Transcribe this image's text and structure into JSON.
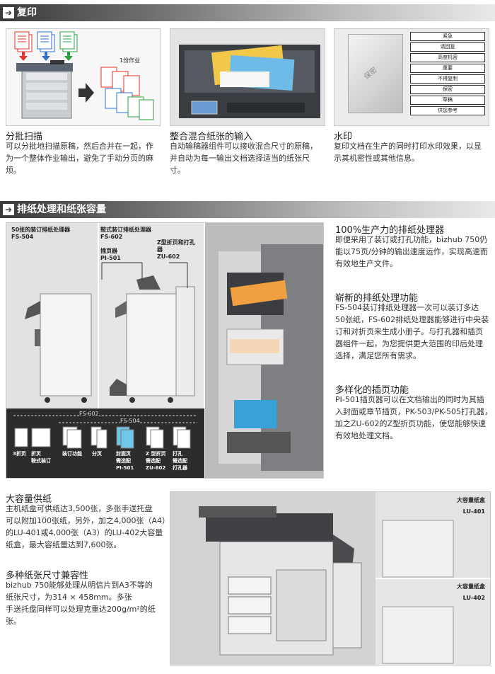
{
  "sections": {
    "copy": {
      "title": "复印"
    },
    "finishing": {
      "title": "排纸处理和纸张容量"
    }
  },
  "features": {
    "batch": {
      "heading": "分批扫描",
      "lines": [
        "可以分批地扫描原稿，然后合并在一起，作",
        "为一个整体作业输出，避免了手动分页的麻",
        "烦。"
      ],
      "illus_label": "1份作业"
    },
    "mixed": {
      "heading": "整合混合纸张的输入",
      "lines": [
        "自动输稿器组件可以接收混合尺寸的原稿，",
        "并自动为每一输出文档选择适当的纸张尺",
        "寸。"
      ]
    },
    "watermark": {
      "heading": "水印",
      "lines": [
        "复印文档在生产的同时打印水印效果，以显",
        "示其机密性或其他信息。"
      ],
      "sample_text": "保密",
      "items": [
        "紧急",
        "请回复",
        "高度机密",
        "重要",
        "不得复制",
        "保密",
        "草稿",
        "供您参考"
      ]
    }
  },
  "finisher": {
    "fs504": {
      "name": "50张的装订排纸处理器",
      "model": "FS-504"
    },
    "fs602": {
      "name": "鞍式装订排纸处理器",
      "model": "FS-602"
    },
    "pi501": {
      "name": "插页器",
      "model": "PI-501"
    },
    "zu602": {
      "name": "Z型折页和打孔器",
      "model": "ZU-602"
    },
    "bracket_fs602": "FS-602",
    "bracket_fs504": "FS-504",
    "functions": [
      "3折页",
      "折页\n鞍式装订",
      "装订功能",
      "分页",
      "封面页\n需选配\nPI-501",
      "Z 型折页\n需选配\nZU-602",
      "打孔\n需选配\n打孔器"
    ]
  },
  "right_text": {
    "productivity": {
      "heading": "100%生产力的排纸处理器",
      "lines": [
        "即便采用了装订或打孔功能，bizhub 750仍",
        "能以75页/分钟的输出速度运作，实现高速而",
        "有效地生产文件。"
      ]
    },
    "new_functions": {
      "heading": "崭新的排纸处理功能",
      "lines": [
        "FS-504装订排纸处理器一次可以装订多达",
        "50张纸，FS-602排纸处理器能够进行中央装",
        "订和对折页来生成小册子。与打孔器和插页",
        "器组件一起，为您提供更大范围的印后处理",
        "选择，满足您所有需求。"
      ]
    },
    "inserter": {
      "heading": "多样化的插页功能",
      "lines": [
        "PI-501插页器可以在文档输出的同时为其插",
        "入封面或章节插页，PK-503/PK-505打孔器，",
        "加之ZU-602的Z型折页功能，使您能够快速",
        "有效地处理文档。"
      ]
    }
  },
  "bottom_text": {
    "capacity": {
      "heading": "大容量供纸",
      "lines": [
        "主机纸盒可供纸达3,500张，多张手送托盘",
        "可以附加100张纸，另外，加之4,000张（A4）",
        "的LU-401或4,000张（A3）的LU-402大容量",
        "纸盒，最大容纸量达到7,600张。"
      ]
    },
    "sizes": {
      "heading": "多种纸张尺寸兼容性",
      "lines": [
        "bizhub  750能够处理从明信片到A3不等的",
        "纸张尺寸，为314 × 458mm。多张",
        "手送托盘同样可以处理克重达200g/m²的纸",
        "张。"
      ]
    }
  },
  "lcc": {
    "top": {
      "name": "大容量纸盒",
      "model": "LU-401"
    },
    "bottom": {
      "name": "大容量纸盒",
      "model": "LU-402"
    }
  },
  "colors": {
    "doc_red": "#e8322a",
    "doc_blue": "#2f6fd0",
    "doc_green": "#2aa040",
    "arrow_bg": "#ffffff"
  }
}
